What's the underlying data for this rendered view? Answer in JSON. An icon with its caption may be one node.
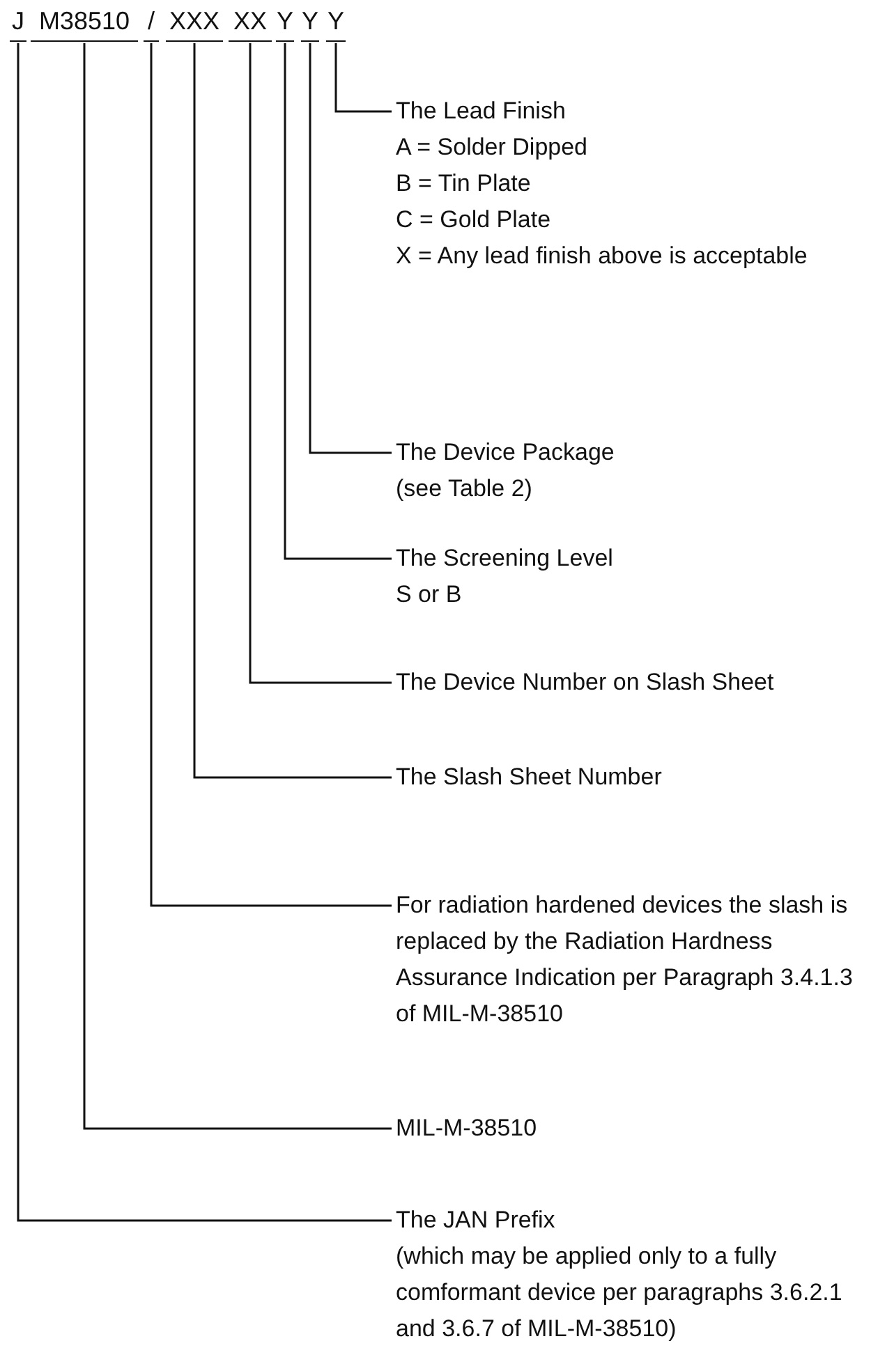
{
  "diagram": {
    "nodes": [
      {
        "text": [
          "J"
        ]
      },
      {
        "text": [
          "M38510"
        ]
      },
      {
        "text": [
          "/"
        ]
      },
      {
        "text": [
          "XXX"
        ]
      },
      {
        "text": [
          "XX"
        ]
      },
      {
        "text": [
          "Y"
        ]
      },
      {
        "text": [
          "Y"
        ]
      },
      {
        "text": [
          "Y"
        ]
      },
      {
        "text": [
          "The Lead Finish",
          "A = Solder Dipped",
          "B = Tin Plate",
          "C = Gold Plate",
          "X = Any lead finish above is acceptable"
        ]
      },
      {
        "text": [
          "The Device Package",
          "(see Table 2)"
        ]
      },
      {
        "text": [
          "The Screening Level",
          "S or B"
        ]
      },
      {
        "text": [
          "The Device Number on Slash Sheet"
        ]
      },
      {
        "text": [
          "The Slash Sheet Number"
        ]
      },
      {
        "text": [
          "For radiation hardened devices the slash is replaced by the Radiation Hardness Assurance Indication per Paragraph 3.4.1.3 of MIL-M-38510"
        ]
      },
      {
        "text": [
          "MIL-M-38510"
        ]
      },
      {
        "text": [
          "The JAN Prefix",
          "(which may be applied only to a fully comformant device per paragraphs 3.6.2.1 and 3.6.7 of MIL-M-38510)"
        ]
      }
    ],
    "edges": [
      {
        "from": 7,
        "to": 8,
        "arrow": "none"
      },
      {
        "from": 6,
        "to": 9,
        "arrow": "none"
      },
      {
        "from": 5,
        "to": 10,
        "arrow": "none"
      },
      {
        "from": 4,
        "to": 11,
        "arrow": "none"
      },
      {
        "from": 3,
        "to": 12,
        "arrow": "none"
      },
      {
        "from": 2,
        "to": 13,
        "arrow": "none"
      },
      {
        "from": 1,
        "to": 14,
        "arrow": "none"
      },
      {
        "from": 0,
        "to": 15,
        "arrow": "none"
      }
    ]
  }
}
